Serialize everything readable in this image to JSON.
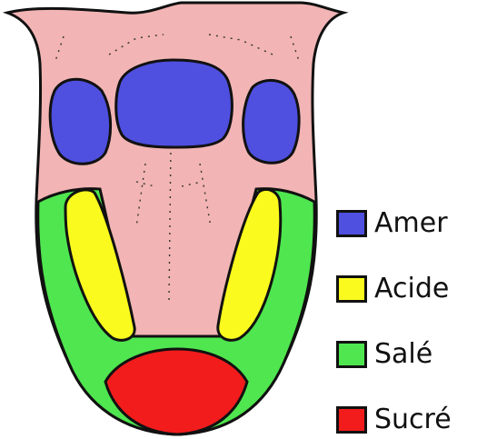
{
  "colors": {
    "tongue": "#f2b4b4",
    "outline": "#111111",
    "amer": "#4f4fe0",
    "acide": "#fafa1e",
    "sale": "#4fe64f",
    "sucre": "#f21c1c"
  },
  "legend": {
    "items": [
      {
        "key": "amer",
        "label": "Amer",
        "color": "#4f4fe0"
      },
      {
        "key": "acide",
        "label": "Acide",
        "color": "#fafa1e"
      },
      {
        "key": "sale",
        "label": "Salé",
        "color": "#4fe64f"
      },
      {
        "key": "sucre",
        "label": "Sucré",
        "color": "#f21c1c"
      }
    ]
  }
}
